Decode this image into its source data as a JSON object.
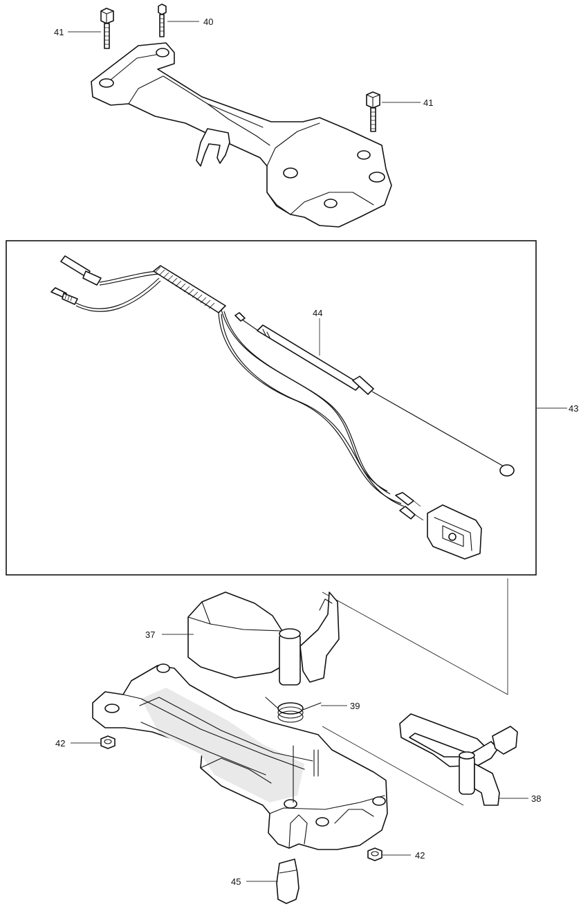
{
  "callouts": [
    {
      "id": "c41a",
      "text": "41"
    },
    {
      "id": "c40",
      "text": "40"
    },
    {
      "id": "c41b",
      "text": "41"
    },
    {
      "id": "c44",
      "text": "44"
    },
    {
      "id": "c43",
      "text": "43"
    },
    {
      "id": "c37",
      "text": "37"
    },
    {
      "id": "c39",
      "text": "39"
    },
    {
      "id": "c42a",
      "text": "42"
    },
    {
      "id": "c38",
      "text": "38"
    },
    {
      "id": "c42b",
      "text": "42"
    },
    {
      "id": "c45",
      "text": "45"
    }
  ]
}
